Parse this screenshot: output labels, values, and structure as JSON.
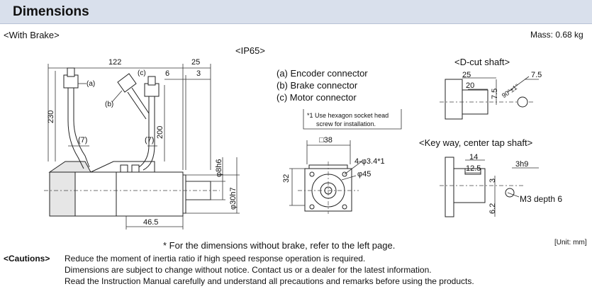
{
  "header": {
    "title": "Dimensions"
  },
  "labels": {
    "with_brake": "<With Brake>",
    "mass": "Mass: 0.68 kg",
    "ip65": "<IP65>",
    "dcut": "<D-cut shaft>",
    "keyway": "<Key way, center tap shaft>",
    "unit": "[Unit: mm]"
  },
  "connectors": [
    "(a) Encoder connector",
    "(b) Brake connector",
    "(c) Motor connector"
  ],
  "note": {
    "line1": "*1 Use hexagon socket head",
    "line2": "screw for installation."
  },
  "dims": {
    "d122": "122",
    "d25": "25",
    "d6": "6",
    "d3": "3",
    "d230": "230",
    "d200": "200",
    "d7a": "(7)",
    "d7b": "(7)",
    "d465": "46.5",
    "d8h6": "φ8h6",
    "d30h7": "φ30h7",
    "conn_a": "(a)",
    "conn_b": "(b)",
    "conn_c": "(c)",
    "sq38": "□38",
    "d32": "32",
    "holes": "4-φ3.4*1",
    "d45": "φ45",
    "dc25": "25",
    "dc20": "20",
    "dc75a": "7.5",
    "dc75b": "7.5",
    "dc90": "90°±1°",
    "k14": "14",
    "k125": "12.5",
    "k3h9": "3h9",
    "k3": "3",
    "k62": "6.2",
    "km3": "M3 depth 6"
  },
  "footnote": "* For the dimensions without brake, refer to the left page.",
  "cautions": {
    "label": "<Cautions>",
    "lines": [
      "Reduce the moment of inertia ratio if high speed response operation is required.",
      "Dimensions are subject to change without notice. Contact us or a dealer for the latest information.",
      "Read the Instruction Manual carefully and understand all precautions and remarks before using the products."
    ]
  }
}
